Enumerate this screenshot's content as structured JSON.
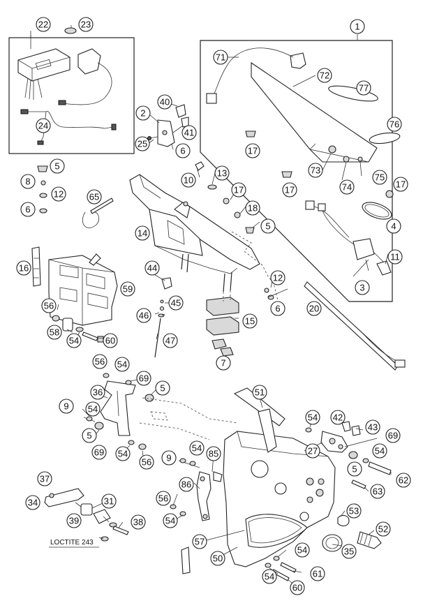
{
  "callouts": [
    {
      "id": "c22",
      "label": "22"
    },
    {
      "id": "c23",
      "label": "23"
    },
    {
      "id": "c1",
      "label": "1"
    },
    {
      "id": "c71",
      "label": "71"
    },
    {
      "id": "c72",
      "label": "72"
    },
    {
      "id": "c77",
      "label": "77"
    },
    {
      "id": "c76",
      "label": "76"
    },
    {
      "id": "c24",
      "label": "24"
    },
    {
      "id": "c40",
      "label": "40"
    },
    {
      "id": "c2",
      "label": "2"
    },
    {
      "id": "c41",
      "label": "41"
    },
    {
      "id": "c25",
      "label": "25"
    },
    {
      "id": "c6a",
      "label": "6"
    },
    {
      "id": "c17a",
      "label": "17"
    },
    {
      "id": "c73",
      "label": "73"
    },
    {
      "id": "c74",
      "label": "74"
    },
    {
      "id": "c75",
      "label": "75"
    },
    {
      "id": "c17b",
      "label": "17"
    },
    {
      "id": "c5a",
      "label": "5"
    },
    {
      "id": "c8",
      "label": "8"
    },
    {
      "id": "c12a",
      "label": "12"
    },
    {
      "id": "c6b",
      "label": "6"
    },
    {
      "id": "c65",
      "label": "65"
    },
    {
      "id": "c10",
      "label": "10"
    },
    {
      "id": "c13",
      "label": "13"
    },
    {
      "id": "c17c",
      "label": "17"
    },
    {
      "id": "c17d",
      "label": "17"
    },
    {
      "id": "c18",
      "label": "18"
    },
    {
      "id": "c4",
      "label": "4"
    },
    {
      "id": "c14",
      "label": "14"
    },
    {
      "id": "c5b",
      "label": "5"
    },
    {
      "id": "c11",
      "label": "11"
    },
    {
      "id": "c3",
      "label": "3"
    },
    {
      "id": "c16",
      "label": "16"
    },
    {
      "id": "c44",
      "label": "44"
    },
    {
      "id": "c12b",
      "label": "12"
    },
    {
      "id": "c59",
      "label": "59"
    },
    {
      "id": "c45",
      "label": "45"
    },
    {
      "id": "c6c",
      "label": "6"
    },
    {
      "id": "c20",
      "label": "20"
    },
    {
      "id": "c56a",
      "label": "56"
    },
    {
      "id": "c46",
      "label": "46"
    },
    {
      "id": "c15",
      "label": "15"
    },
    {
      "id": "c58",
      "label": "58"
    },
    {
      "id": "c54a",
      "label": "54"
    },
    {
      "id": "c60a",
      "label": "60"
    },
    {
      "id": "c47",
      "label": "47"
    },
    {
      "id": "c7",
      "label": "7"
    },
    {
      "id": "c56b",
      "label": "56"
    },
    {
      "id": "c54b",
      "label": "54"
    },
    {
      "id": "c36",
      "label": "36"
    },
    {
      "id": "c69a",
      "label": "69"
    },
    {
      "id": "c5c",
      "label": "5"
    },
    {
      "id": "c51",
      "label": "51"
    },
    {
      "id": "c9a",
      "label": "9"
    },
    {
      "id": "c54c",
      "label": "54"
    },
    {
      "id": "c54d",
      "label": "54"
    },
    {
      "id": "c42",
      "label": "42"
    },
    {
      "id": "c43",
      "label": "43"
    },
    {
      "id": "c5d",
      "label": "5"
    },
    {
      "id": "c69b",
      "label": "69"
    },
    {
      "id": "c69c",
      "label": "69"
    },
    {
      "id": "c54e",
      "label": "54"
    },
    {
      "id": "c56c",
      "label": "56"
    },
    {
      "id": "c9b",
      "label": "9"
    },
    {
      "id": "c54f",
      "label": "54"
    },
    {
      "id": "c85",
      "label": "85"
    },
    {
      "id": "c27",
      "label": "27"
    },
    {
      "id": "c54g",
      "label": "54"
    },
    {
      "id": "c5e",
      "label": "5"
    },
    {
      "id": "c62",
      "label": "62"
    },
    {
      "id": "c37",
      "label": "37"
    },
    {
      "id": "c86",
      "label": "86"
    },
    {
      "id": "c63",
      "label": "63"
    },
    {
      "id": "c34",
      "label": "34"
    },
    {
      "id": "c31",
      "label": "31"
    },
    {
      "id": "c56d",
      "label": "56"
    },
    {
      "id": "c39",
      "label": "39"
    },
    {
      "id": "c54h",
      "label": "54"
    },
    {
      "id": "c38",
      "label": "38"
    },
    {
      "id": "c53",
      "label": "53"
    },
    {
      "id": "c52",
      "label": "52"
    },
    {
      "id": "c57",
      "label": "57"
    },
    {
      "id": "c35",
      "label": "35"
    },
    {
      "id": "c50",
      "label": "50"
    },
    {
      "id": "c54i",
      "label": "54"
    },
    {
      "id": "c61",
      "label": "61"
    },
    {
      "id": "c54j",
      "label": "54"
    },
    {
      "id": "c60b",
      "label": "60"
    }
  ],
  "notes": {
    "loctite": "LOCTITE 243"
  }
}
